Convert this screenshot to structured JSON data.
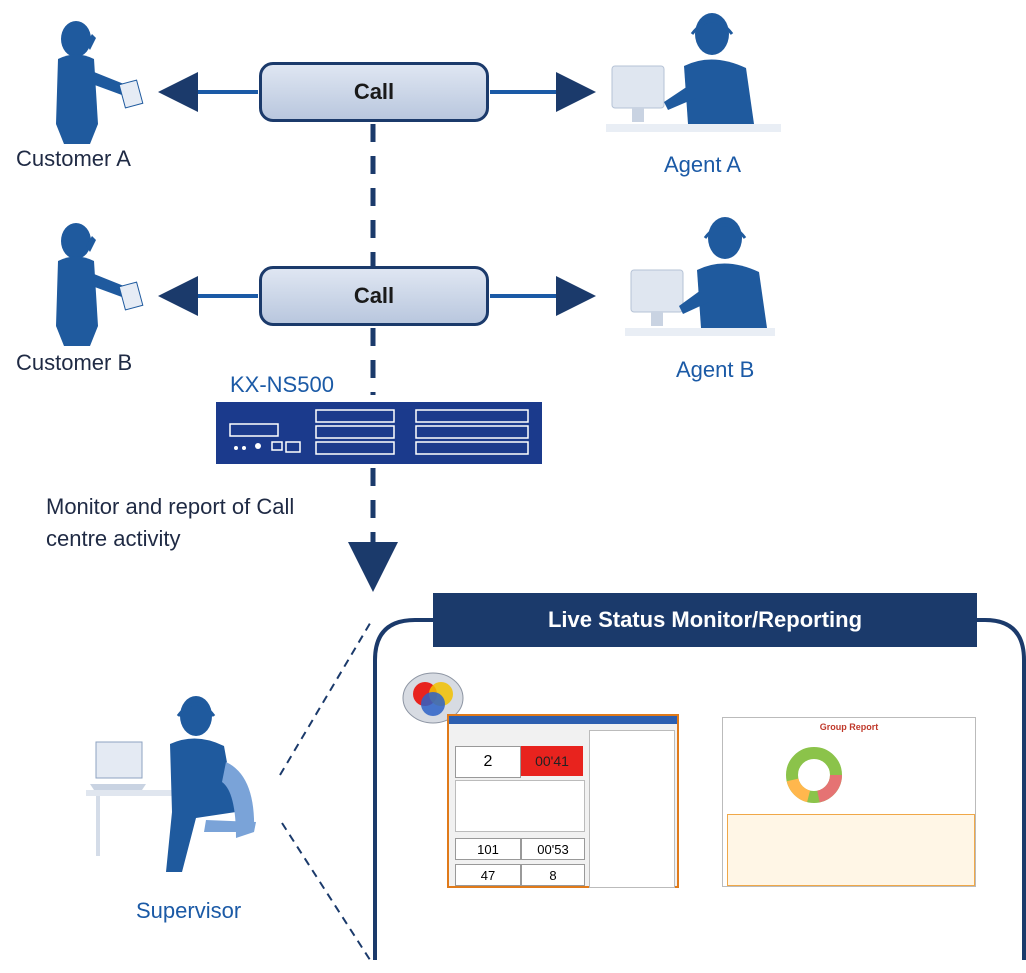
{
  "labels": {
    "customer_a": "Customer A",
    "customer_b": "Customer B",
    "agent_a": "Agent A",
    "agent_b": "Agent B",
    "call_1": "Call",
    "call_2": "Call",
    "device": "KX-NS500",
    "monitor_line1": "Monitor and report of Call",
    "monitor_line2": "centre activity",
    "panel_title": "Live Status Monitor/Reporting",
    "supervisor": "Supervisor"
  },
  "monitor_screenshot": {
    "waiting_calls": "2",
    "longest_waiting": "00'41",
    "total_incoming": "101",
    "avg_waiting": "00'53",
    "abandon": "47",
    "lost": "8"
  },
  "report_screenshot": {
    "title": "Group Report"
  },
  "colors": {
    "navy": "#1b3a6b",
    "blue": "#1b5aa6",
    "figure": "#1f5a9e",
    "alert_red": "#e8231e"
  }
}
